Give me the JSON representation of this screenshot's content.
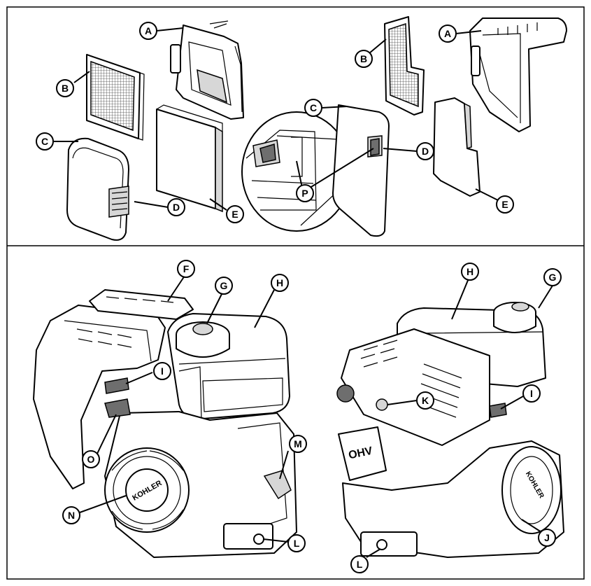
{
  "callouts": {
    "a1": "A",
    "b1": "B",
    "c1": "C",
    "d1": "D",
    "e1": "E",
    "a2": "A",
    "b2": "B",
    "c2": "C",
    "d2": "D",
    "e2": "E",
    "p1": "P",
    "p2": "P",
    "f": "F",
    "g1": "G",
    "h1": "H",
    "i1": "I",
    "m": "M",
    "n": "N",
    "o": "O",
    "l1": "L",
    "h2": "H",
    "g2": "G",
    "k": "K",
    "i2": "I",
    "j": "J",
    "l2": "L"
  },
  "engine_marks": {
    "brand_left": "KOHLER",
    "brand_right": "KOHLER",
    "valve_cover": "OHV"
  },
  "colors": {
    "line": "#000000",
    "fill": "#ffffff",
    "shade": "#d7d7d7"
  },
  "icons": [
    "air-cleaner-base-icon",
    "paper-element-icon",
    "air-cleaner-cover-icon",
    "foam-precleaner-icon",
    "engine-left-view-icon",
    "engine-right-view-icon"
  ]
}
